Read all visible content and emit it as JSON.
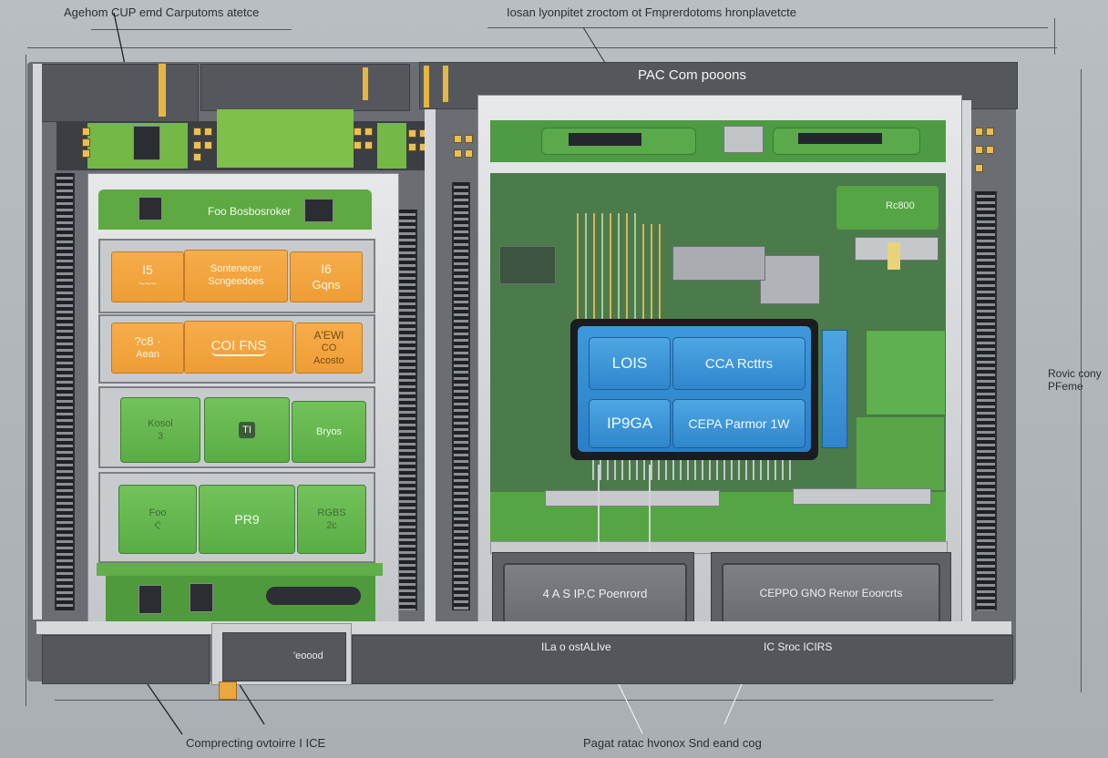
{
  "diagram": {
    "type": "hardware-cutaway",
    "colors": {
      "background": "#b3b8bc",
      "pcb_green": "#5aa63e",
      "module_orange": "#f0a23c",
      "chip_blue": "#3a94d6",
      "chassis_dark": "#54585c"
    }
  },
  "captions": {
    "top_left": "Agehom CUP emd Carputoms atetce",
    "top_right": "Iosan lyonpitet zroctom ot Fmprerdotoms hronplavetcte",
    "side_right_line1": "Rovic cony",
    "side_right_line2": "PFeme",
    "bottom_left": "Comprecting ovtoirre I ICE",
    "bottom_right": "Pagat ratac hvonox Snd eand cog"
  },
  "chassis": {
    "header_title": "PAC Com pooons"
  },
  "left_section": {
    "board_label": "Foo Bosbosroker",
    "orange_row_1": [
      {
        "line1": "I5",
        "line2": "~~~"
      },
      {
        "line1": "Sontenecer",
        "line2": "Scngeedoes"
      },
      {
        "line1": "I6",
        "line2": "Gqns"
      }
    ],
    "orange_row_2": [
      {
        "line1": "?c8 ·",
        "line2": "Aean"
      },
      {
        "line1": "COI FNS",
        "line2": ""
      },
      {
        "line1": "A'EWI",
        "line2": "CO",
        "line3": "Acosto"
      }
    ],
    "green_row_1": [
      {
        "line1": "Kosol",
        "line2": "3"
      },
      {
        "line1": "TI",
        "line2": ""
      },
      {
        "line1": "Bryos",
        "line2": ""
      }
    ],
    "green_row_2": [
      {
        "line1": "Foo",
        "line2": "ぐ"
      },
      {
        "line1": "PR9",
        "line2": ""
      },
      {
        "line1": "RGBS",
        "line2": "2c"
      }
    ]
  },
  "right_section": {
    "board_label": "Rc800",
    "chip_cells": [
      {
        "label": "LOIS"
      },
      {
        "label": "CCA Rcttrs"
      },
      {
        "label": "IP9GA"
      },
      {
        "label": "CEPA Parmor 1W"
      }
    ],
    "bay_buttons": [
      {
        "label": "4 A S IP.C  Poenrord"
      },
      {
        "label": "CEPPO  GNO Renor Eoorcrts"
      }
    ]
  },
  "bottom_strip": {
    "slot_label": "'eoood",
    "label_middle": "ILa o ostALIve",
    "label_right": "IC Sroc ICIRS"
  }
}
